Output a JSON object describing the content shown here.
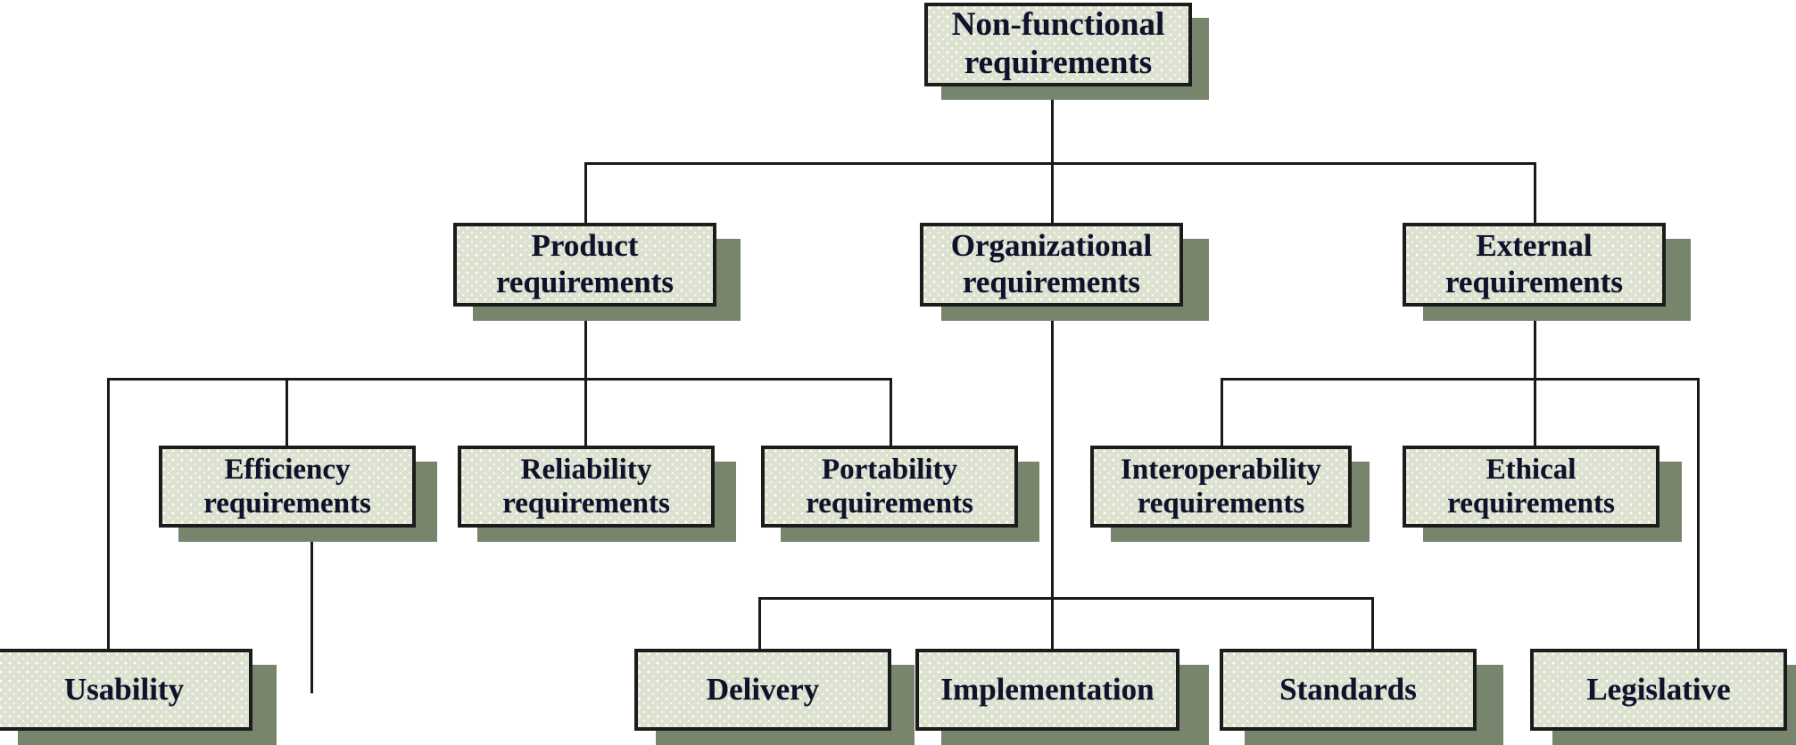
{
  "diagram": {
    "title": "Non-functional requirements classification tree",
    "palette": {
      "box_fill": "#dde2d0",
      "box_border": "#1c1c1c",
      "shadow": "#77856d",
      "line": "#1a1a1a",
      "text": "#10112a",
      "background": "#ffffff"
    },
    "levels": [
      {
        "name": "root",
        "nodes": [
          {
            "id": "non-functional-requirements",
            "label": "Non-functional\nrequirements"
          }
        ]
      },
      {
        "name": "categories",
        "nodes": [
          {
            "id": "product-requirements",
            "label": "Product\nrequirements"
          },
          {
            "id": "organizational-requirements",
            "label": "Organizational\nrequirements"
          },
          {
            "id": "external-requirements",
            "label": "External\nrequirements"
          }
        ]
      },
      {
        "name": "subcategories",
        "nodes": [
          {
            "id": "efficiency-requirements",
            "label": "Efficiency\nrequirements"
          },
          {
            "id": "reliability-requirements",
            "label": "Reliability\nrequirements"
          },
          {
            "id": "portability-requirements",
            "label": "Portability\nrequirements"
          },
          {
            "id": "interoperability-requirements",
            "label": "Interoperability\nrequirements"
          },
          {
            "id": "ethical-requirements",
            "label": "Ethical\nrequirements"
          }
        ]
      },
      {
        "name": "leaves",
        "nodes": [
          {
            "id": "usability-requirements",
            "label": "Usability"
          },
          {
            "id": "delivery-requirements",
            "label": "Delivery"
          },
          {
            "id": "implementation-requirements",
            "label": "Implementation"
          },
          {
            "id": "standards-requirements",
            "label": "Standards"
          },
          {
            "id": "legislative-requirements",
            "label": "Legislative"
          }
        ]
      }
    ]
  }
}
